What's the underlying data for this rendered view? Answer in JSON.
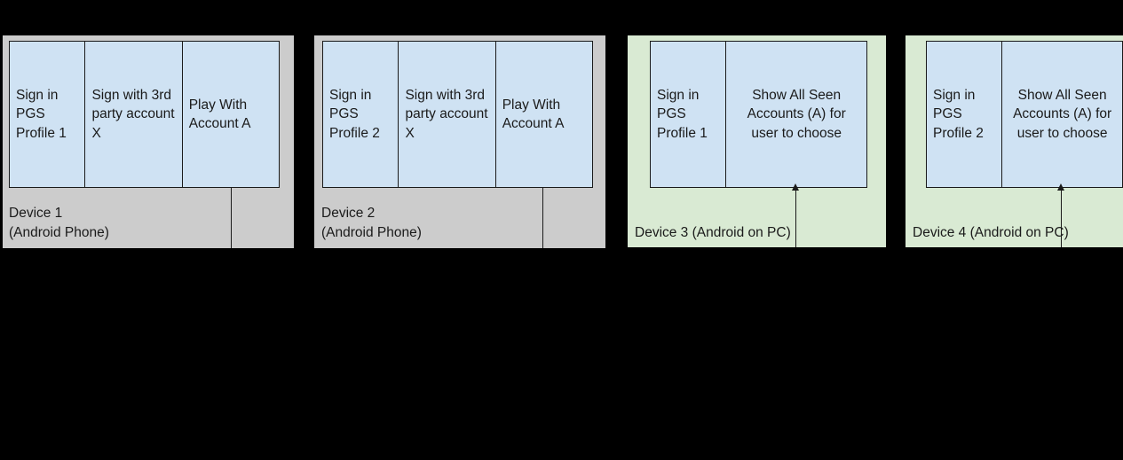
{
  "diagram": {
    "background_color": "#000000",
    "colors": {
      "box_fill": "#cfe2f3",
      "phone_panel_fill": "#cccccc",
      "pc_panel_fill": "#d9ead3",
      "stroke": "#1a1a1a"
    },
    "panels": [
      {
        "id": "device-1",
        "panel_type": "android-phone",
        "label": "Device 1\n(Android Phone)",
        "boxes": [
          {
            "text": "Sign in PGS Profile 1",
            "align": "left"
          },
          {
            "text": "Sign with 3rd party account X",
            "align": "left"
          },
          {
            "text": "Play With Account A",
            "align": "left"
          }
        ],
        "has_arrow": false
      },
      {
        "id": "device-2",
        "panel_type": "android-phone",
        "label": "Device 2\n(Android Phone)",
        "boxes": [
          {
            "text": "Sign in PGS Profile 2",
            "align": "left"
          },
          {
            "text": "Sign with 3rd party account X",
            "align": "left"
          },
          {
            "text": "Play With Account A",
            "align": "left"
          }
        ],
        "has_arrow": false
      },
      {
        "id": "device-3",
        "panel_type": "android-on-pc",
        "label": "Device 3 (Android on PC)",
        "boxes": [
          {
            "text": "Sign in PGS Profile 1",
            "align": "left"
          },
          {
            "text": "Show All Seen Accounts (A) for user to choose",
            "align": "center"
          }
        ],
        "has_arrow": true
      },
      {
        "id": "device-4",
        "panel_type": "android-on-pc",
        "label": "Device 4 (Android on PC)",
        "boxes": [
          {
            "text": "Sign in PGS Profile 2",
            "align": "left"
          },
          {
            "text": "Show All Seen Accounts (A) for user to choose",
            "align": "center"
          }
        ],
        "has_arrow": true
      }
    ]
  }
}
